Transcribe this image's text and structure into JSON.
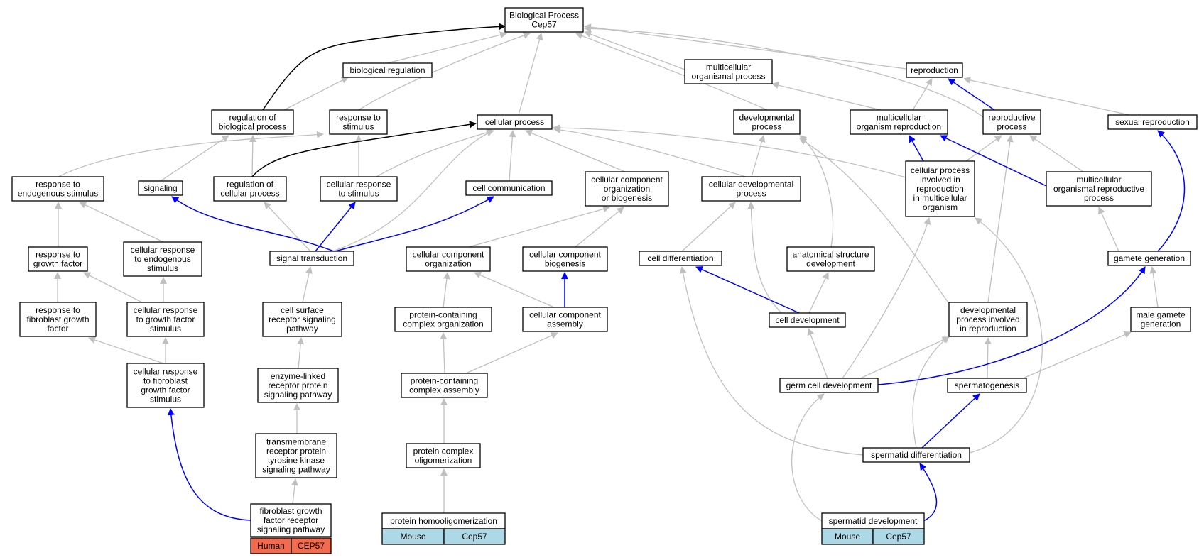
{
  "colors": {
    "gray_edge": "#c0c0c0",
    "blue_edge": "#0000ff",
    "black_edge": "#000000",
    "human_tag": "#f26b4f",
    "mouse_tag": "#add8e6"
  },
  "nodes": {
    "bp": [
      "Biological Process",
      "Cep57"
    ],
    "breg": [
      "biological regulation"
    ],
    "multproc": [
      "multicellular",
      "organismal process"
    ],
    "repro": [
      "reproduction"
    ],
    "regbp": [
      "regulation of",
      "biological process"
    ],
    "respstim": [
      "response to",
      "stimulus"
    ],
    "cellproc": [
      "cellular process"
    ],
    "devproc": [
      "developmental",
      "process"
    ],
    "multorgrep": [
      "multicellular",
      "organism reproduction"
    ],
    "reproproc": [
      "reproductive",
      "process"
    ],
    "sexrep": [
      "sexual reproduction"
    ],
    "respendo": [
      "response to",
      "endogenous stimulus"
    ],
    "signaling": [
      "signaling"
    ],
    "regcp": [
      "regulation of",
      "cellular process"
    ],
    "cellresp": [
      "cellular response",
      "to stimulus"
    ],
    "cellcomm": [
      "cell communication"
    ],
    "ccob": [
      "cellular component",
      "organization",
      "or biogenesis"
    ],
    "celldevproc": [
      "cellular developmental",
      "process"
    ],
    "cpinrep": [
      "cellular process",
      "involved in",
      "reproduction",
      "in multicellular",
      "organism"
    ],
    "morgrepproc": [
      "multicellular",
      "organismal reproductive",
      "process"
    ],
    "respgf": [
      "response to",
      "growth factor"
    ],
    "cellrespendo": [
      "cellular response",
      "to endogenous",
      "stimulus"
    ],
    "sigtrans": [
      "signal transduction"
    ],
    "ccorg": [
      "cellular component",
      "organization"
    ],
    "ccbio": [
      "cellular component",
      "biogenesis"
    ],
    "celldiff": [
      "cell differentiation"
    ],
    "anat": [
      "anatomical structure",
      "development"
    ],
    "gamgen": [
      "gamete generation"
    ],
    "respfgf": [
      "response to",
      "fibroblast growth",
      "factor"
    ],
    "cellrespgf": [
      "cellular response",
      "to growth factor",
      "stimulus"
    ],
    "csrsp": [
      "cell surface",
      "receptor signaling",
      "pathway"
    ],
    "pcco": [
      "protein-containing",
      "complex organization"
    ],
    "ccass": [
      "cellular component",
      "assembly"
    ],
    "celldev": [
      "cell development"
    ],
    "devinrep": [
      "developmental",
      "process involved",
      "in reproduction"
    ],
    "malegam": [
      "male gamete",
      "generation"
    ],
    "cellrespfgf": [
      "cellular response",
      "to fibroblast",
      "growth factor",
      "stimulus"
    ],
    "elrp": [
      "enzyme-linked",
      "receptor protein",
      "signaling pathway"
    ],
    "pcca": [
      "protein-containing",
      "complex assembly"
    ],
    "germdev": [
      "germ cell development"
    ],
    "spermgen": [
      "spermatogenesis"
    ],
    "tmrptk": [
      "transmembrane",
      "receptor protein",
      "tyrosine kinase",
      "signaling pathway"
    ],
    "protcompolig": [
      "protein complex",
      "oligomerization"
    ],
    "spdiff": [
      "spermatid differentiation"
    ],
    "fgfrsp": [
      "fibroblast growth",
      "factor receptor",
      "signaling pathway"
    ],
    "protho": [
      "protein homooligomerization"
    ],
    "spdev": [
      "spermatid development"
    ]
  },
  "annotations": {
    "fgfrsp": [
      "Human",
      "CEP57"
    ],
    "protho": [
      "Mouse",
      "Cep57"
    ],
    "spdev": [
      "Mouse",
      "Cep57"
    ]
  }
}
